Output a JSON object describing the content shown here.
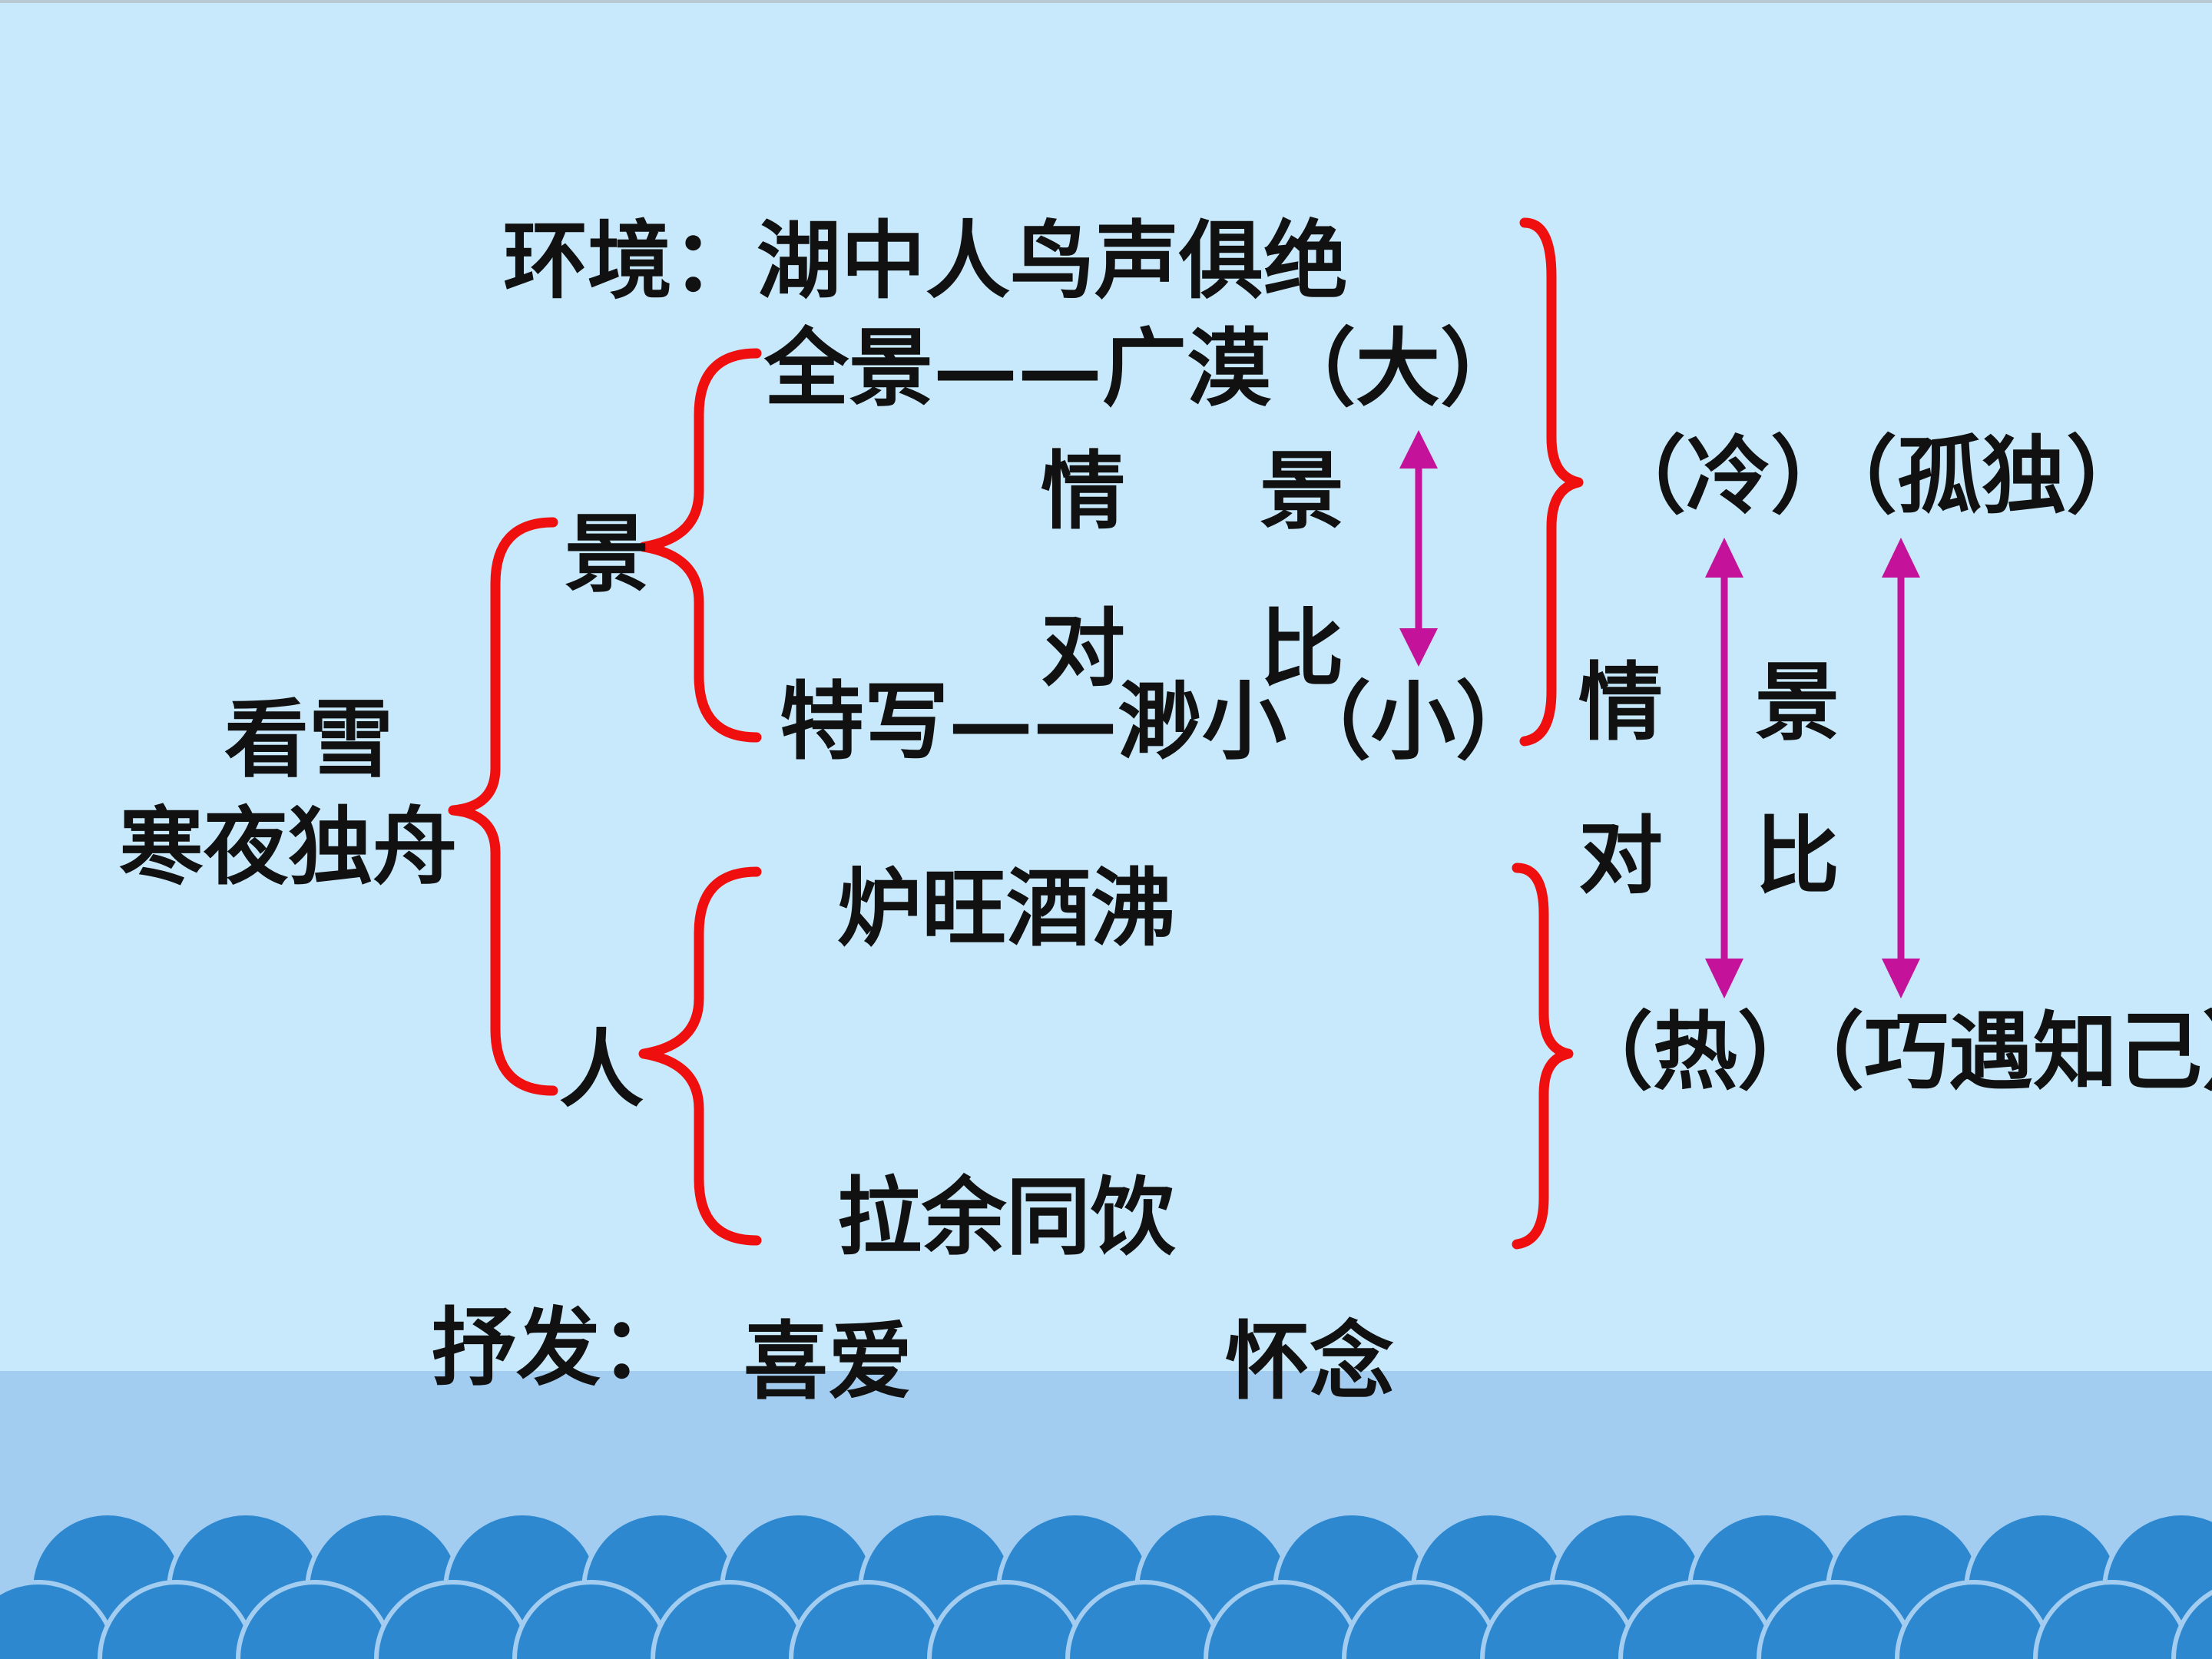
{
  "colors": {
    "background": "#c8e9fb",
    "sea_band": "#a3cdf0",
    "wave": "#2d88cf",
    "brace": "#f00f0f",
    "arrow": "#c4129b",
    "text": "#111111"
  },
  "root": {
    "line1": "看雪",
    "line2": "寒夜独舟"
  },
  "environment": "环境：湖中人鸟声俱绝",
  "scenery": {
    "label": "景",
    "panorama": "全景——广漠（大）",
    "closeup": "特写——渺小（小）",
    "contrast_words": [
      "情",
      "景",
      "对",
      "比"
    ],
    "result": "（冷）（孤独）"
  },
  "people": {
    "label": "人",
    "item1": "炉旺酒沸",
    "item2": "拉余同饮",
    "result": "（热）（巧遇知己）"
  },
  "contrast_right": [
    "情",
    "景",
    "对",
    "比"
  ],
  "expression": {
    "label": "抒发：",
    "item1": "喜爱",
    "item2": "怀念"
  }
}
